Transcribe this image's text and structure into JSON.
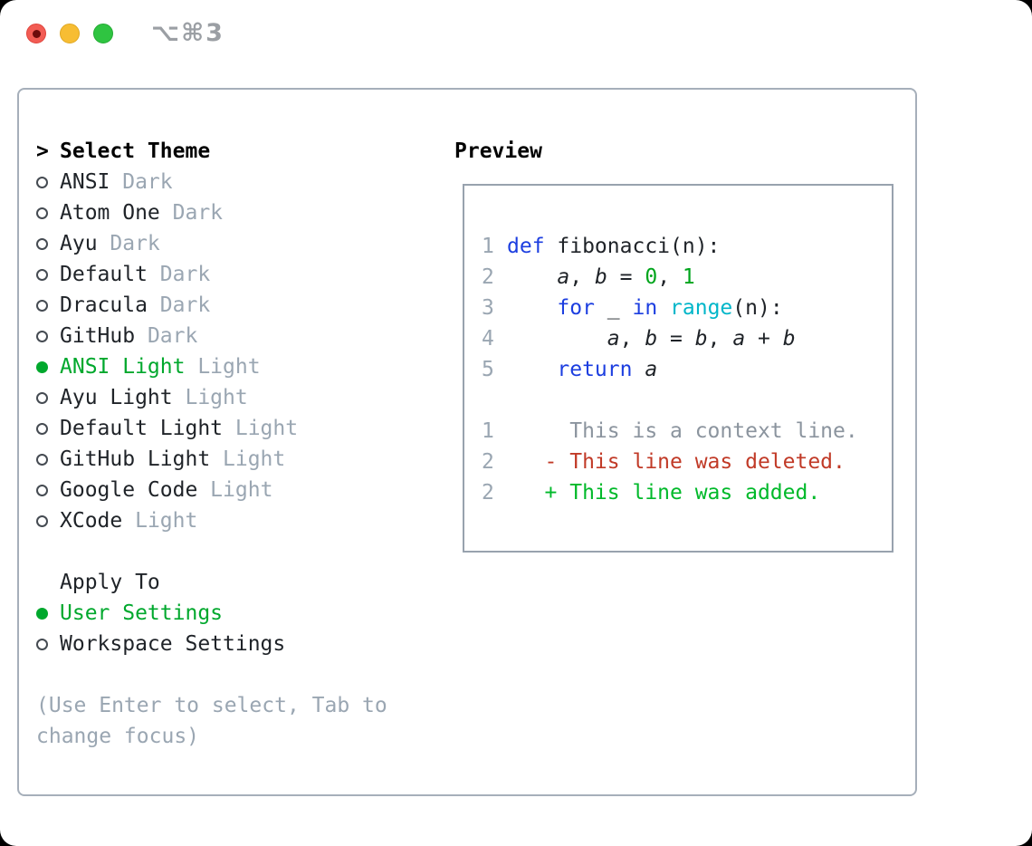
{
  "window": {
    "title": "⌥⌘3",
    "traffic_lights": {
      "close_color": "#f25c54",
      "minimize_color": "#f7bd33",
      "zoom_color": "#2fc441"
    }
  },
  "icons": {
    "focus_caret": ">",
    "radio_unselected": "○",
    "radio_selected": "●"
  },
  "theme_panel": {
    "header": {
      "marker": ">",
      "label": "Select Theme"
    },
    "themes": [
      {
        "name": "ANSI",
        "variant": "Dark",
        "selected": false
      },
      {
        "name": "Atom One",
        "variant": "Dark",
        "selected": false
      },
      {
        "name": "Ayu",
        "variant": "Dark",
        "selected": false
      },
      {
        "name": "Default",
        "variant": "Dark",
        "selected": false
      },
      {
        "name": "Dracula",
        "variant": "Dark",
        "selected": false
      },
      {
        "name": "GitHub",
        "variant": "Dark",
        "selected": false
      },
      {
        "name": "ANSI Light",
        "variant": "Light",
        "selected": true
      },
      {
        "name": "Ayu Light",
        "variant": "Light",
        "selected": false
      },
      {
        "name": "Default Light",
        "variant": "Light",
        "selected": false
      },
      {
        "name": "GitHub Light",
        "variant": "Light",
        "selected": false
      },
      {
        "name": "Google Code",
        "variant": "Light",
        "selected": false
      },
      {
        "name": "XCode",
        "variant": "Light",
        "selected": false
      }
    ],
    "apply_to": {
      "label": "Apply To",
      "options": [
        {
          "name": "User Settings",
          "selected": true
        },
        {
          "name": "Workspace Settings",
          "selected": false
        }
      ]
    },
    "hint": "(Use Enter to select, Tab to change focus)"
  },
  "preview": {
    "title": "Preview",
    "code_lines": [
      {
        "num": "1",
        "segments": [
          {
            "text": "def",
            "style": "keyword"
          },
          {
            "text": " fibonacci(n):",
            "style": "plain"
          }
        ]
      },
      {
        "num": "2",
        "segments": [
          {
            "text": "    ",
            "style": "plain"
          },
          {
            "text": "a",
            "style": "variable"
          },
          {
            "text": ", ",
            "style": "plain"
          },
          {
            "text": "b",
            "style": "variable"
          },
          {
            "text": " = ",
            "style": "plain"
          },
          {
            "text": "0",
            "style": "number"
          },
          {
            "text": ", ",
            "style": "plain"
          },
          {
            "text": "1",
            "style": "number"
          }
        ]
      },
      {
        "num": "3",
        "segments": [
          {
            "text": "    ",
            "style": "plain"
          },
          {
            "text": "for",
            "style": "keyword"
          },
          {
            "text": " _ ",
            "style": "plain"
          },
          {
            "text": "in",
            "style": "keyword"
          },
          {
            "text": " ",
            "style": "plain"
          },
          {
            "text": "range",
            "style": "function"
          },
          {
            "text": "(n):",
            "style": "plain"
          }
        ]
      },
      {
        "num": "4",
        "segments": [
          {
            "text": "        ",
            "style": "plain"
          },
          {
            "text": "a",
            "style": "variable"
          },
          {
            "text": ", ",
            "style": "plain"
          },
          {
            "text": "b",
            "style": "variable"
          },
          {
            "text": " = ",
            "style": "plain"
          },
          {
            "text": "b",
            "style": "variable"
          },
          {
            "text": ", ",
            "style": "plain"
          },
          {
            "text": "a",
            "style": "variable"
          },
          {
            "text": " + ",
            "style": "plain"
          },
          {
            "text": "b",
            "style": "variable"
          }
        ]
      },
      {
        "num": "5",
        "segments": [
          {
            "text": "    ",
            "style": "plain"
          },
          {
            "text": "return",
            "style": "keyword"
          },
          {
            "text": " ",
            "style": "plain"
          },
          {
            "text": "a",
            "style": "variable"
          }
        ]
      }
    ],
    "diff_lines": [
      {
        "num": "1",
        "segments": [
          {
            "text": "     This is a context line.",
            "style": "context"
          }
        ]
      },
      {
        "num": "2",
        "segments": [
          {
            "text": "   - This line was deleted.",
            "style": "deleted"
          }
        ]
      },
      {
        "num": "2",
        "segments": [
          {
            "text": "   + This line was added.",
            "style": "added"
          }
        ]
      }
    ],
    "colors": {
      "keyword": "#1c3ee0",
      "function": "#00b6c9",
      "number": "#00a51c",
      "variable": "#1f2328",
      "plain": "#1f2328",
      "context": "#8b949e",
      "deleted": "#c13a27",
      "added": "#00b92a",
      "line_number": "#9aa6b2",
      "selected_green": "#00a82d"
    }
  }
}
